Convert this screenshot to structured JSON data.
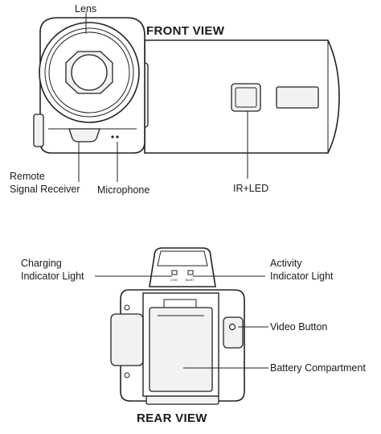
{
  "front_view": {
    "title": "FRONT VIEW",
    "labels": {
      "lens": "Lens",
      "remote_line1": "Remote",
      "remote_line2": "Signal Receiver",
      "microphone": "Microphone",
      "ir_led": "IR+LED"
    }
  },
  "rear_view": {
    "title": "REAR VIEW",
    "labels": {
      "charging_line1": "Charging",
      "charging_line2": "Indicator Light",
      "activity_line1": "Activity",
      "activity_line2": "Indicator Light",
      "video_button": "Video Button",
      "battery": "Battery Compartment"
    },
    "tiny_labels": {
      "left_led": "CHG",
      "right_led": "BUSY"
    }
  }
}
